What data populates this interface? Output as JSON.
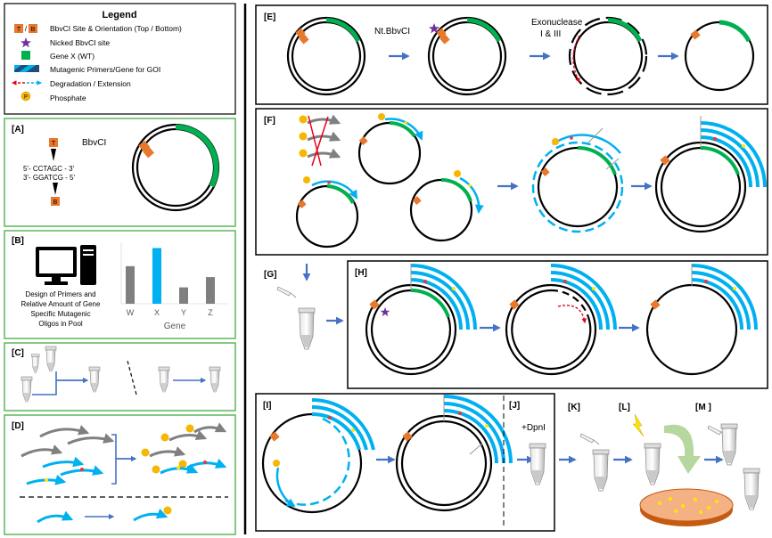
{
  "legend": {
    "title": "Legend",
    "items": [
      {
        "label": "BbvCI Site & Orientation (Top / Bottom)",
        "icon": "site-tag-icon"
      },
      {
        "label": "Nicked BbvCI site",
        "icon": "star-icon"
      },
      {
        "label": "Gene X (WT)",
        "icon": "green-square-icon"
      },
      {
        "label": "Mutagenic Primers/Gene for GOI",
        "icon": "striped-bar-icon"
      },
      {
        "label": "Degradation / Extension",
        "icon": "dashed-arrows-icon"
      },
      {
        "label": "Phosphate",
        "icon": "phosphate-icon"
      }
    ],
    "tag_top": "T",
    "tag_bottom": "B",
    "phosphate_letter": "P"
  },
  "panels": {
    "A": {
      "label": "[A]",
      "enzyme": "BbvCI",
      "seq_top": "5'- CCTAGC - 3'",
      "seq_bottom": "3'- GGATCG - 5'"
    },
    "B": {
      "label": "[B]",
      "caption_lines": [
        "Design of Primers and",
        "Relative Amount of Gene",
        "Specific Mutagenic",
        "Oligos in Pool"
      ],
      "xaxis_title": "Gene"
    },
    "C": {
      "label": "[C]"
    },
    "D": {
      "label": "[D]"
    },
    "E": {
      "label": "[E]",
      "enzyme": "Nt.BbvCI",
      "exo_line1": "Exonuclease",
      "exo_line2": "I & III"
    },
    "F": {
      "label": "[F]"
    },
    "G": {
      "label": "[G]"
    },
    "H": {
      "label": "[H]"
    },
    "I": {
      "label": "[I]"
    },
    "J": {
      "label": "[J]",
      "reagent": "+DpnI"
    },
    "K": {
      "label": "[K]"
    },
    "L": {
      "label": "[L]"
    },
    "M": {
      "label": "[M ]"
    }
  },
  "chart_data": {
    "type": "bar",
    "categories": [
      "W",
      "X",
      "Y",
      "Z"
    ],
    "values": [
      0.62,
      0.92,
      0.27,
      0.44
    ],
    "highlight": "X",
    "xlabel": "Gene",
    "ylabel": "",
    "ylim": [
      0,
      1
    ],
    "colors": {
      "default": "#7f7f7f",
      "highlight": "#00b0f0"
    }
  },
  "colors": {
    "panel_border_green": "#5cb85c",
    "gene_green": "#00b050",
    "primer_blue": "#00b0f0",
    "site_orange": "#e8782c",
    "arrow_blue": "#4472c4",
    "star_purple": "#7030a0",
    "phosphate_yellow": "#f5b700",
    "red_degradation": "#e3001b",
    "mut_red": "#e53935",
    "mut_yellow": "#ffe600"
  }
}
